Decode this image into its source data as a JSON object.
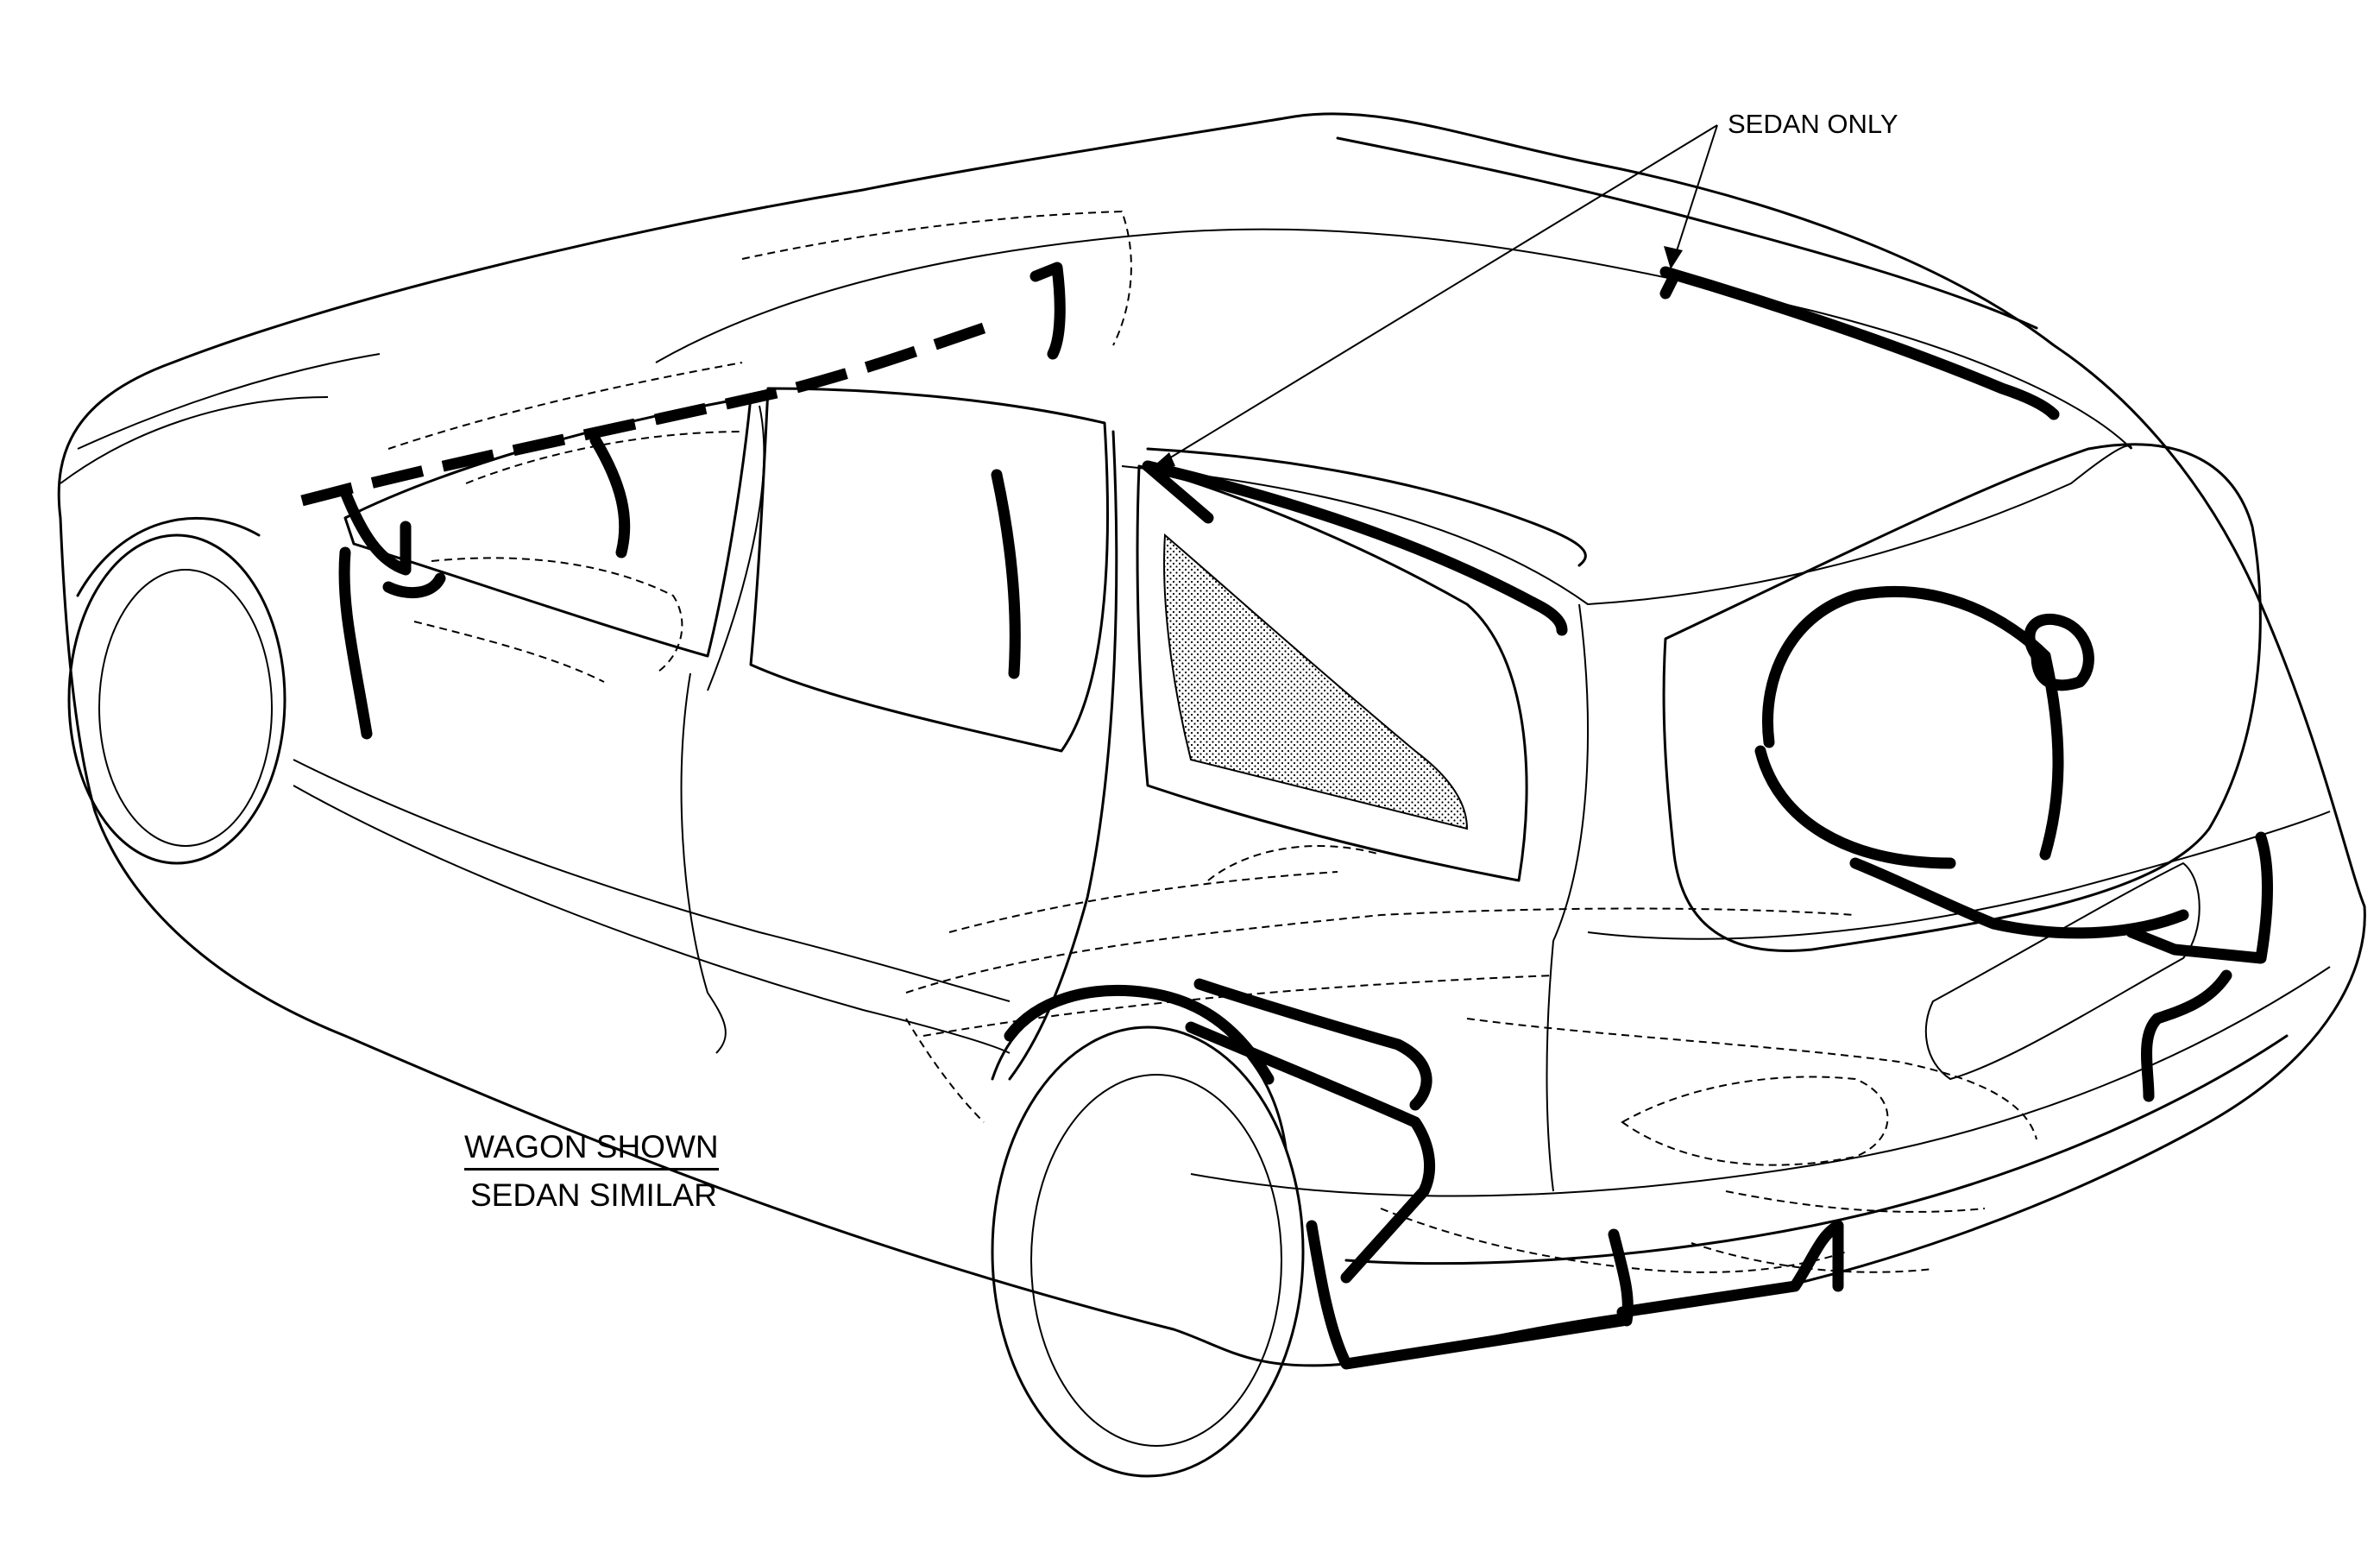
{
  "labels": {
    "callout": "SEDAN ONLY",
    "shown": "WAGON SHOWN",
    "similar": "SEDAN SIMILAR"
  },
  "colors": {
    "ink": "#000000",
    "background": "#ffffff"
  }
}
